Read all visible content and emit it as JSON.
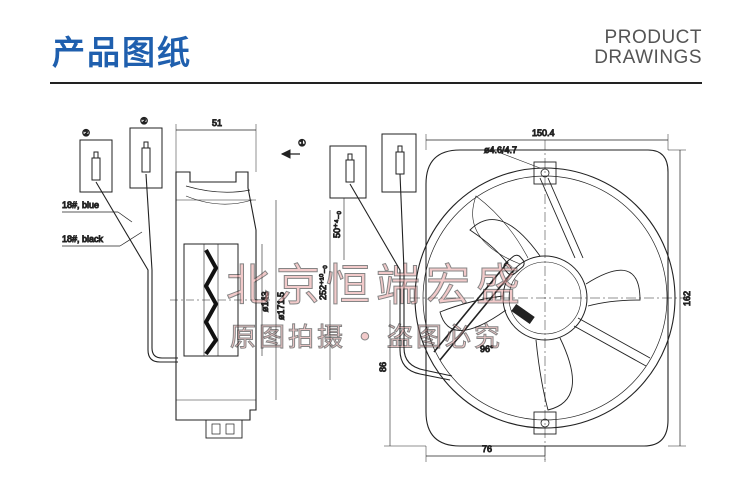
{
  "header": {
    "title": "产品图纸",
    "subtitle_line1": "PRODUCT",
    "subtitle_line2": "DRAWINGS"
  },
  "side_view": {
    "callout_2a": "②",
    "callout_2b": "②",
    "dim_width": "51",
    "wire_blue": "18#, blue",
    "wire_black": "18#, black",
    "dim_d143": "ø143",
    "dim_d171": "ø171.5"
  },
  "front_view": {
    "callout_1": "①",
    "dim_150": "150.4",
    "dim_hole": "ø4.6/4.7",
    "dim_162": "162",
    "dim_50": "50⁺⁴₋₀",
    "dim_252": "252⁺¹⁰₋₀",
    "dim_86": "86",
    "dim_76": "76",
    "dim_96": "96°"
  },
  "watermark": {
    "line1": "北京恒端宏盛",
    "line2": "原图拍摄 • 盗图必究"
  }
}
